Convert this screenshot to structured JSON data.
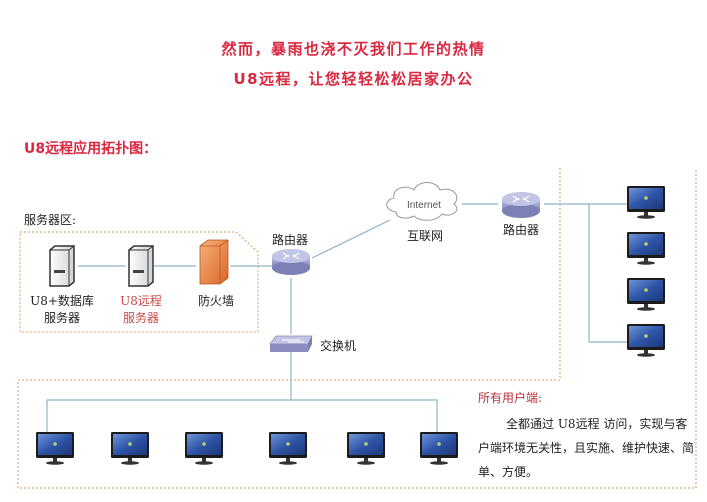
{
  "headlines": {
    "line1": "然而，暴雨也浇不灭我们工作的热情",
    "line2": "U8远程，让您轻轻松松居家办公"
  },
  "section_title": "U8远程应用拓扑图：",
  "diagram": {
    "server_zone_label": "服务器区:",
    "nodes": {
      "db_server": {
        "line1": "U8+数据库",
        "line2": "服务器",
        "icon": "server-tower-icon"
      },
      "remote_server": {
        "line1": "U8远程",
        "line2": "服务器",
        "icon": "server-tower-icon"
      },
      "firewall": {
        "label": "防火墙",
        "icon": "firewall-icon"
      },
      "router_left": {
        "label": "路由器",
        "icon": "router-icon"
      },
      "internet": {
        "cloud_text": "Internet",
        "label": "互联网",
        "icon": "cloud-icon"
      },
      "router_right": {
        "label": "路由器",
        "icon": "router-icon"
      },
      "switch": {
        "label": "交换机",
        "icon": "switch-icon"
      }
    },
    "right_clients_count": 4,
    "bottom_clients_count": 6,
    "user_zone": {
      "title": "所有用户端:",
      "body": "全都通过 U8远程 访问，实现与客户端环境无关性，且实施、维护快速、简单、方便。"
    }
  },
  "colors": {
    "accent_red": "#d9283f",
    "link_line": "#8fb4c8",
    "zone_border": "#d99a5a",
    "monitor_screen": "#2f55a8",
    "firewall": "#e8843c",
    "router": "#9a9cc8"
  }
}
